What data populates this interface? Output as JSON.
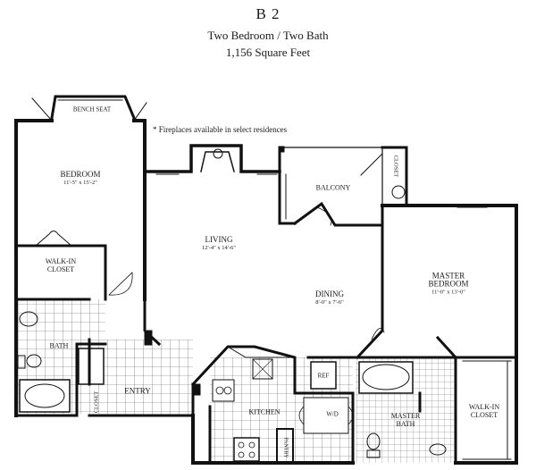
{
  "header": {
    "plan_id": "B 2",
    "plan_type": "Two Bedroom / Two Bath",
    "square_feet": "1,156 Square Feet"
  },
  "note": "* Fireplaces available in select residences",
  "rooms": {
    "bench_seat": "BENCH SEAT",
    "bedroom": {
      "name": "BEDROOM",
      "dims": "11'-5\" x 15'-2\""
    },
    "walk_in_closet_left": {
      "line1": "WALK-IN",
      "line2": "CLOSET"
    },
    "bath": "BATH",
    "closet_small": "CLOSET",
    "entry": "ENTRY",
    "living": {
      "name": "LIVING",
      "dims": "12'-4\" x 14'-6\""
    },
    "balcony": "BALCONY",
    "closet_balcony": "CLOSET",
    "dining": {
      "name": "DINING",
      "dims": "8'-0\" x 7'-6\""
    },
    "master_bedroom": {
      "line1": "MASTER",
      "line2": "BEDROOM",
      "dims": "11'-0\" x 13'-0\""
    },
    "kitchen": "KITCHEN",
    "ref": "REF",
    "wd": "W/D",
    "pantry": "PANTRY",
    "master_bath": {
      "line1": "MASTER",
      "line2": "BATH"
    },
    "walk_in_closet_right": {
      "line1": "WALK-IN",
      "line2": "CLOSET"
    }
  }
}
